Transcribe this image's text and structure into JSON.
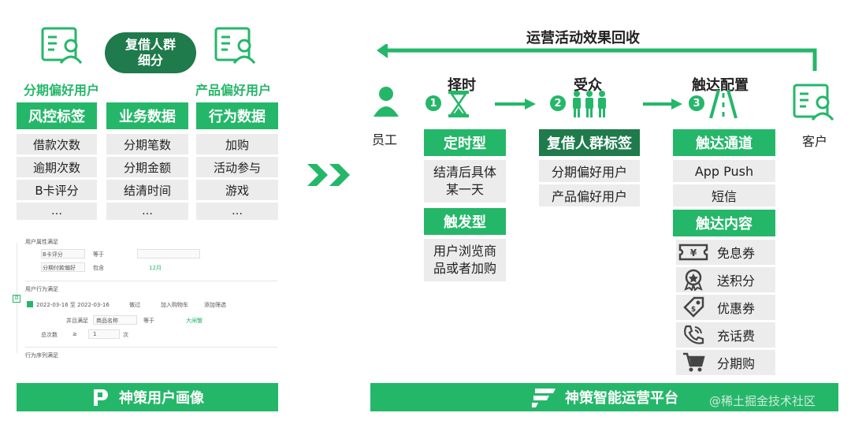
{
  "left": {
    "reborrow_bubble": "复借人群\n细分",
    "user_label_left": "分期偏好用户",
    "user_label_right": "产品偏好用户",
    "columns": [
      {
        "header": "风控标签",
        "items": [
          "借款次数",
          "逾期次数",
          "B卡评分",
          "…"
        ]
      },
      {
        "header": "业务数据",
        "items": [
          "分期笔数",
          "分期金额",
          "结清时间",
          "…"
        ]
      },
      {
        "header": "行为数据",
        "items": [
          "加购",
          "活动参与",
          "游戏",
          "…"
        ]
      }
    ],
    "panel": {
      "section1": "用户属性满足",
      "row1": [
        "B卡评分",
        "等于"
      ],
      "row2": [
        "分期付款偏好",
        "包含",
        "12月"
      ],
      "section2": "用户行为满足",
      "date_range": "2022-03-16 至 2022-03-16",
      "did": "做过",
      "event": "加入购物车",
      "add_filter": "添加筛选",
      "cond_row": [
        "并且满足",
        "商品名称",
        "等于",
        "大闸蟹"
      ],
      "count_row": [
        "总次数",
        "≥",
        "1",
        "次"
      ],
      "section3": "行为序列满足"
    },
    "footer": "神策用户画像"
  },
  "right": {
    "loop_label": "运营活动效果回收",
    "staff": "员工",
    "customer": "客户",
    "steps": [
      {
        "num": "1",
        "title": "择时"
      },
      {
        "num": "2",
        "title": "受众"
      },
      {
        "num": "3",
        "title": "触达配置"
      }
    ],
    "timing": {
      "fixed_header": "定时型",
      "fixed_desc": "结清后具体\n某一天",
      "trigger_header": "触发型",
      "trigger_desc": "用户浏览商\n品或者加购"
    },
    "audience": {
      "header": "复借人群标签",
      "items": [
        "分期偏好用户",
        "产品偏好用户"
      ]
    },
    "reach": {
      "channel_header": "触达通道",
      "channels": [
        "App Push",
        "短信"
      ],
      "content_header": "触达内容",
      "contents": [
        {
          "icon": "coupon-icon",
          "label": "免息券"
        },
        {
          "icon": "medal-icon",
          "label": "送积分"
        },
        {
          "icon": "tag-icon",
          "label": "优惠券"
        },
        {
          "icon": "phone-icon",
          "label": "充话费"
        },
        {
          "icon": "cart-icon",
          "label": "分期购"
        }
      ]
    },
    "footer": "神策智能运营平台"
  },
  "watermark": "@稀土掘金技术社区",
  "colors": {
    "accent": "#25b769",
    "gray": "#ececec",
    "dark_bubble": "#1f7a4c"
  }
}
